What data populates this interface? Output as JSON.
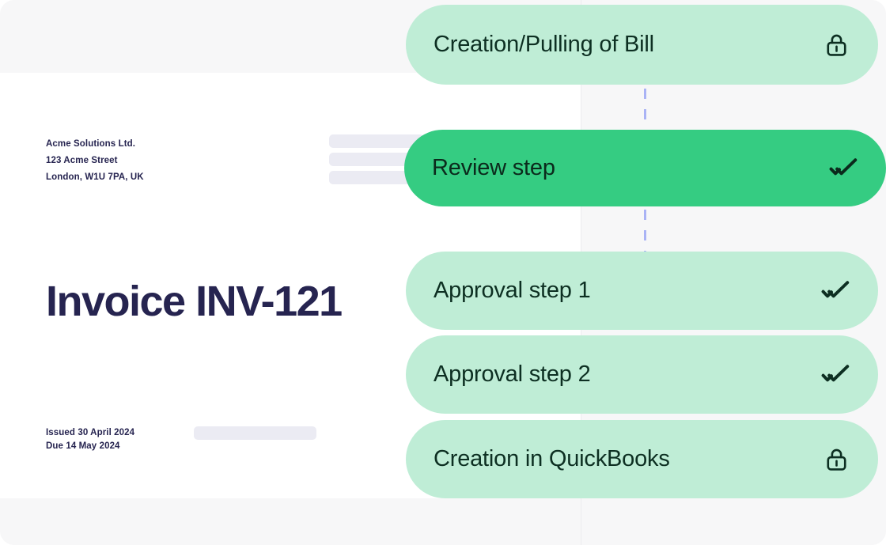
{
  "document": {
    "company": {
      "name": "Acme Solutions Ltd.",
      "street": "123 Acme Street",
      "city_line": "London, W1U 7PA, UK"
    },
    "title": "Invoice INV-121",
    "issued": "Issued 30 April 2024",
    "due": "Due 14 May 2024"
  },
  "workflow": {
    "steps": [
      {
        "label": "Creation/Pulling of Bill",
        "icon": "lock-icon",
        "state": "locked"
      },
      {
        "label": "Review step",
        "icon": "double-check-icon",
        "state": "active"
      },
      {
        "label": "Approval step 1",
        "icon": "double-check-icon",
        "state": "done"
      },
      {
        "label": "Approval step 2",
        "icon": "double-check-icon",
        "state": "done"
      },
      {
        "label": "Creation in QuickBooks",
        "icon": "lock-icon",
        "state": "locked"
      }
    ]
  },
  "colors": {
    "pill_inactive": "#bfedd6",
    "pill_active": "#35cc82",
    "text_navy": "#262450",
    "text_dark_green": "#0d2f22",
    "connector": "#aab3f5",
    "skeleton": "#ebebf3",
    "panel_bg": "#f7f7f8",
    "page_bg": "#ffffff"
  }
}
